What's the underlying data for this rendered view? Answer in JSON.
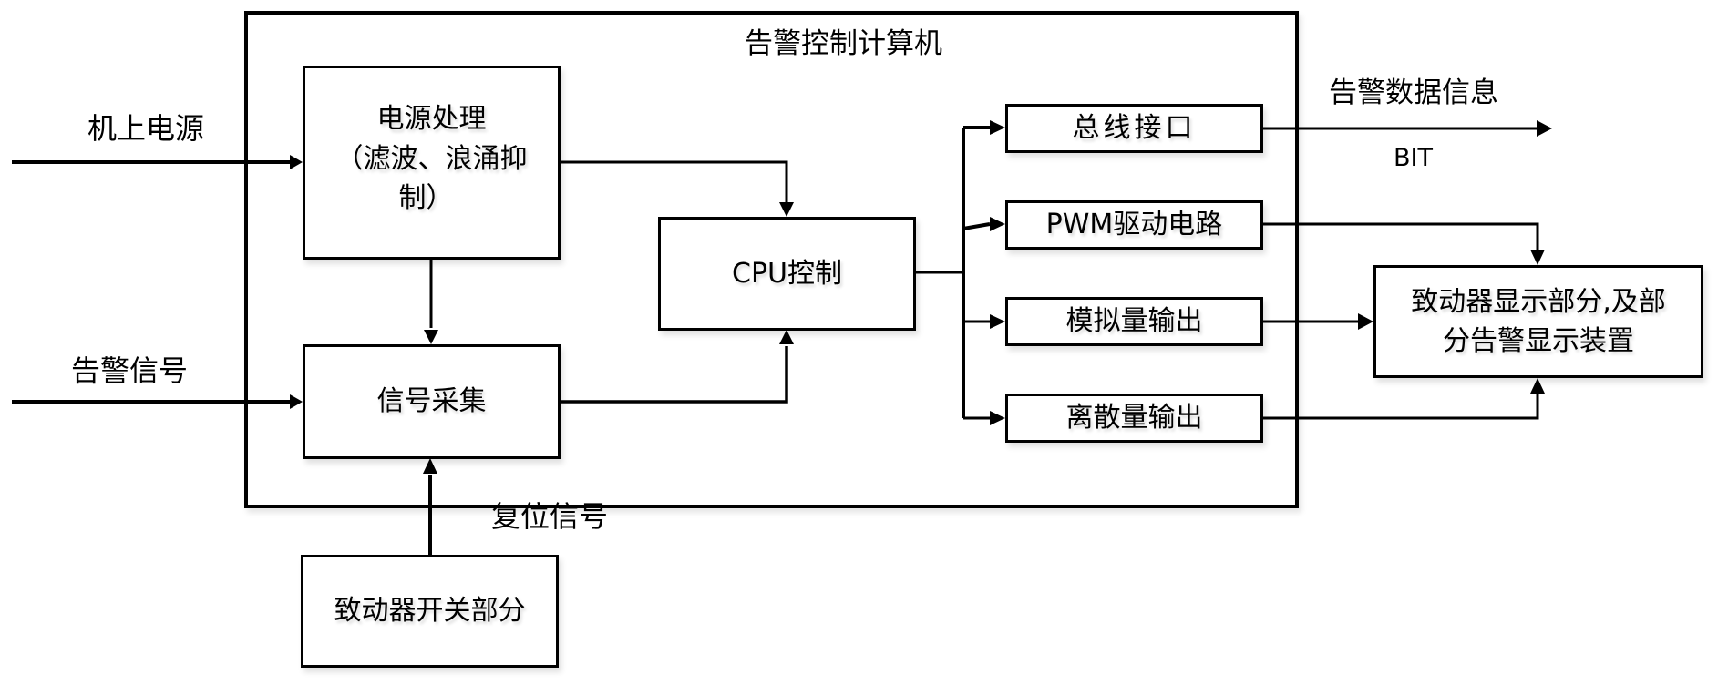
{
  "diagram": {
    "container_title": "告警控制计算机",
    "inputs": {
      "power_label": "机上电源",
      "alarm_signal_label": "告警信号",
      "reset_signal_label": "复位信号"
    },
    "blocks": {
      "power_processing": [
        "电源处理",
        "（滤波、浪涌抑",
        "制）"
      ],
      "signal_acquisition": "信号采集",
      "cpu_control": "CPU控制",
      "bus_interface": "总线接口",
      "pwm_driver": "PWM驱动电路",
      "analog_output": "模拟量输出",
      "discrete_output": "离散量输出",
      "actuator_switch": "致动器开关部分",
      "actuator_display": [
        "致动器显示部分,及部",
        "分告警显示装置"
      ]
    },
    "outputs": {
      "alarm_data_label": "告警数据信息",
      "bit_label": "BIT"
    },
    "connections": [
      {
        "from": "机上电源",
        "to": "电源处理"
      },
      {
        "from": "告警信号",
        "to": "信号采集"
      },
      {
        "from": "电源处理",
        "to": "信号采集"
      },
      {
        "from": "电源处理",
        "to": "CPU控制"
      },
      {
        "from": "信号采集",
        "to": "CPU控制"
      },
      {
        "from": "致动器开关部分",
        "to": "信号采集",
        "label": "复位信号"
      },
      {
        "from": "CPU控制",
        "to": "总线接口"
      },
      {
        "from": "CPU控制",
        "to": "PWM驱动电路"
      },
      {
        "from": "CPU控制",
        "to": "模拟量输出"
      },
      {
        "from": "CPU控制",
        "to": "离散量输出"
      },
      {
        "from": "总线接口",
        "to": "告警数据信息",
        "label": "BIT"
      },
      {
        "from": "PWM驱动电路",
        "to": "致动器显示部分,及部分告警显示装置"
      },
      {
        "from": "模拟量输出",
        "to": "致动器显示部分,及部分告警显示装置"
      },
      {
        "from": "离散量输出",
        "to": "致动器显示部分,及部分告警显示装置"
      }
    ]
  }
}
